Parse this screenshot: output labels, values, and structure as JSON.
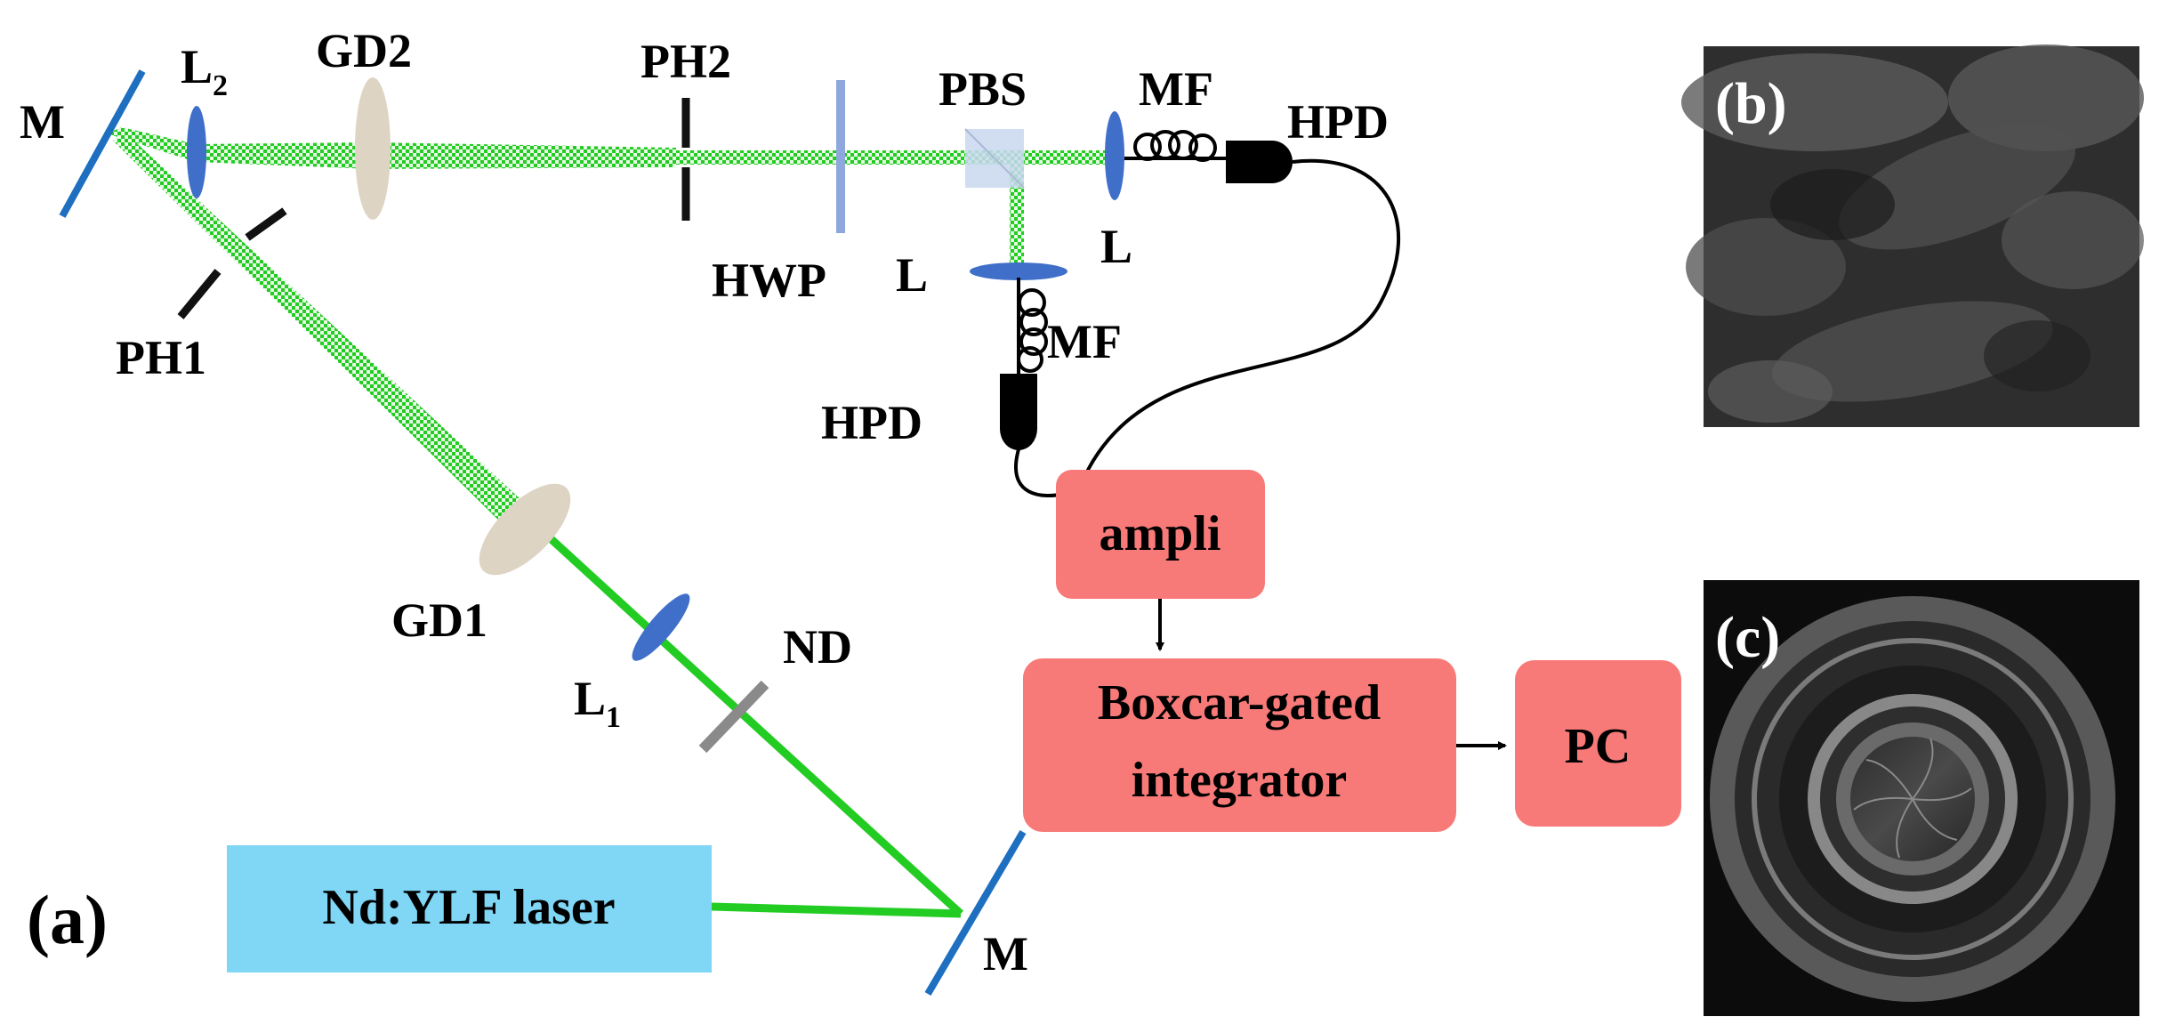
{
  "labels": {
    "mirror_top": "M",
    "lens_l2": "L",
    "lens_l2_sub": "2",
    "gd2": "GD2",
    "ph2": "PH2",
    "pbs": "PBS",
    "mf_top": "MF",
    "hpd_top": "HPD",
    "hwp": "HWP",
    "lens_l_right": "L",
    "lens_l_down": "L",
    "mf_down": "MF",
    "hpd_down": "HPD",
    "ph1": "PH1",
    "gd1": "GD1",
    "lens_l1": "L",
    "lens_l1_sub": "1",
    "nd": "ND",
    "mirror_bottom": "M",
    "panel_a": "(a)",
    "panel_b": "(b)",
    "panel_c": "(c)"
  },
  "boxes": {
    "laser": "Nd:YLF laser",
    "ampli": "ampli",
    "integrator_line1": "Boxcar-gated",
    "integrator_line2": "integrator",
    "pc": "PC"
  },
  "colors": {
    "beam_green": "#22cc22",
    "lens_blue": "#3f6fc9",
    "mirror_blue": "#1f6fc0",
    "box_red": "#f77a78",
    "laser_cyan": "#7fd6f5",
    "diffuser_beige": "#ddd4c4",
    "nd_gray": "#8a8a8a",
    "hwp_blue": "#8ea7dd"
  }
}
